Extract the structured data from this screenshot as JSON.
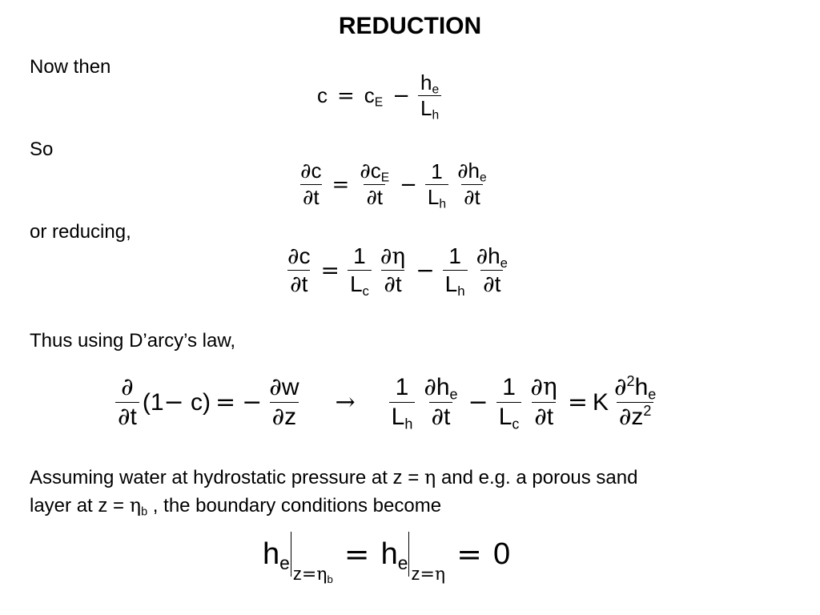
{
  "slide": {
    "title": "REDUCTION",
    "text_now_then": "Now then",
    "text_so": "So",
    "text_or_reducing": "or reducing,",
    "text_thus": "Thus using D’arcy’s law,",
    "text_assuming_line1_a": "Assuming water at hydrostatic pressure at z = ",
    "text_assuming_line1_eta": "η",
    "text_assuming_line1_b": " and e.g. a porous sand",
    "text_assuming_line2_a": "layer at z = ",
    "text_assuming_line2_eta": "η",
    "text_assuming_line2_sub": "b",
    "text_assuming_line2_b": " , the boundary conditions become"
  },
  "equations": {
    "eq1": "c = c_E − h_e / L_h",
    "eq2": "∂c/∂t = ∂c_E/∂t − (1/L_h) ∂h_e/∂t",
    "eq3": "∂c/∂t = (1/L_c) ∂η/∂t − (1/L_h) ∂h_e/∂t",
    "eq4": "∂/∂t (1 − c) = − ∂w/∂z → (1/L_h) ∂h_e/∂t − (1/L_c) ∂η/∂t = K ∂²h_e/∂z²",
    "eq5": "h_e|_(z=η_b) = h_e|_(z=η) = 0"
  }
}
